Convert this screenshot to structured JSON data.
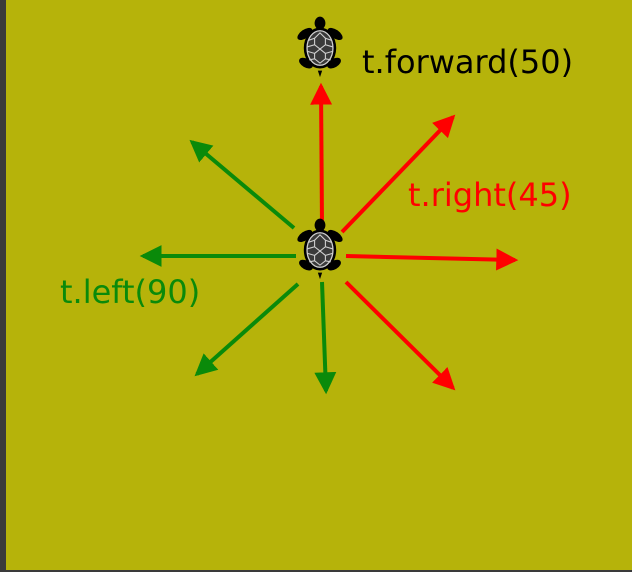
{
  "labels": {
    "forward": "t.forward(50)",
    "right": "t.right(45)",
    "left": "t.left(90)"
  },
  "colors": {
    "background": "#b6b30a",
    "border": "#3a3a3a",
    "right_arrows": "#ff0000",
    "left_arrows": "#0a8a0a",
    "forward_label": "#000000",
    "turtle_body": "#000000",
    "turtle_shell": "#3a3a3a",
    "turtle_pattern": "#d0d0d0"
  },
  "icons": {
    "turtle": "turtle-icon"
  }
}
